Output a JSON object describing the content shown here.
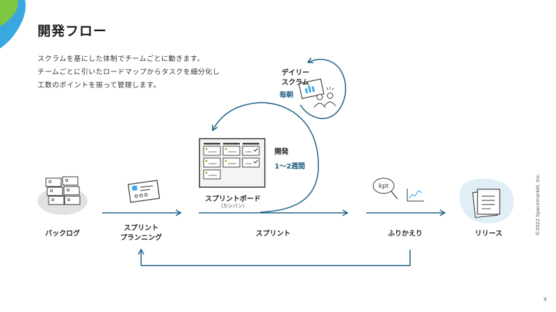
{
  "header": {
    "title": "開発フロー",
    "description": [
      "スクラムを基にした体制でチームごとに動きます。",
      "チームごとに引いたロードマップからタスクを細分化し",
      "工数のポイントを振って管理します。"
    ]
  },
  "flow": {
    "backlog": "バックログ",
    "planning_line1": "スプリント",
    "planning_line2": "プランニング",
    "sprint": "スプリント",
    "retrospective": "ふりかえり",
    "release": "リリース"
  },
  "board": {
    "label": "スプリントボード",
    "sublabel": "（カンバン）"
  },
  "dev": {
    "label": "開発",
    "duration": "1〜2週間"
  },
  "daily": {
    "line1": "デイリー",
    "line2": "スクラム",
    "frequency": "毎朝"
  },
  "kpt_text": "kpt",
  "footer": {
    "copyright": "©2022 Spacemarket, Inc.",
    "page": "9"
  },
  "colors": {
    "line": "#1b5f82",
    "accent_green": "#7cc641",
    "accent_blue": "#3aa8e0"
  }
}
